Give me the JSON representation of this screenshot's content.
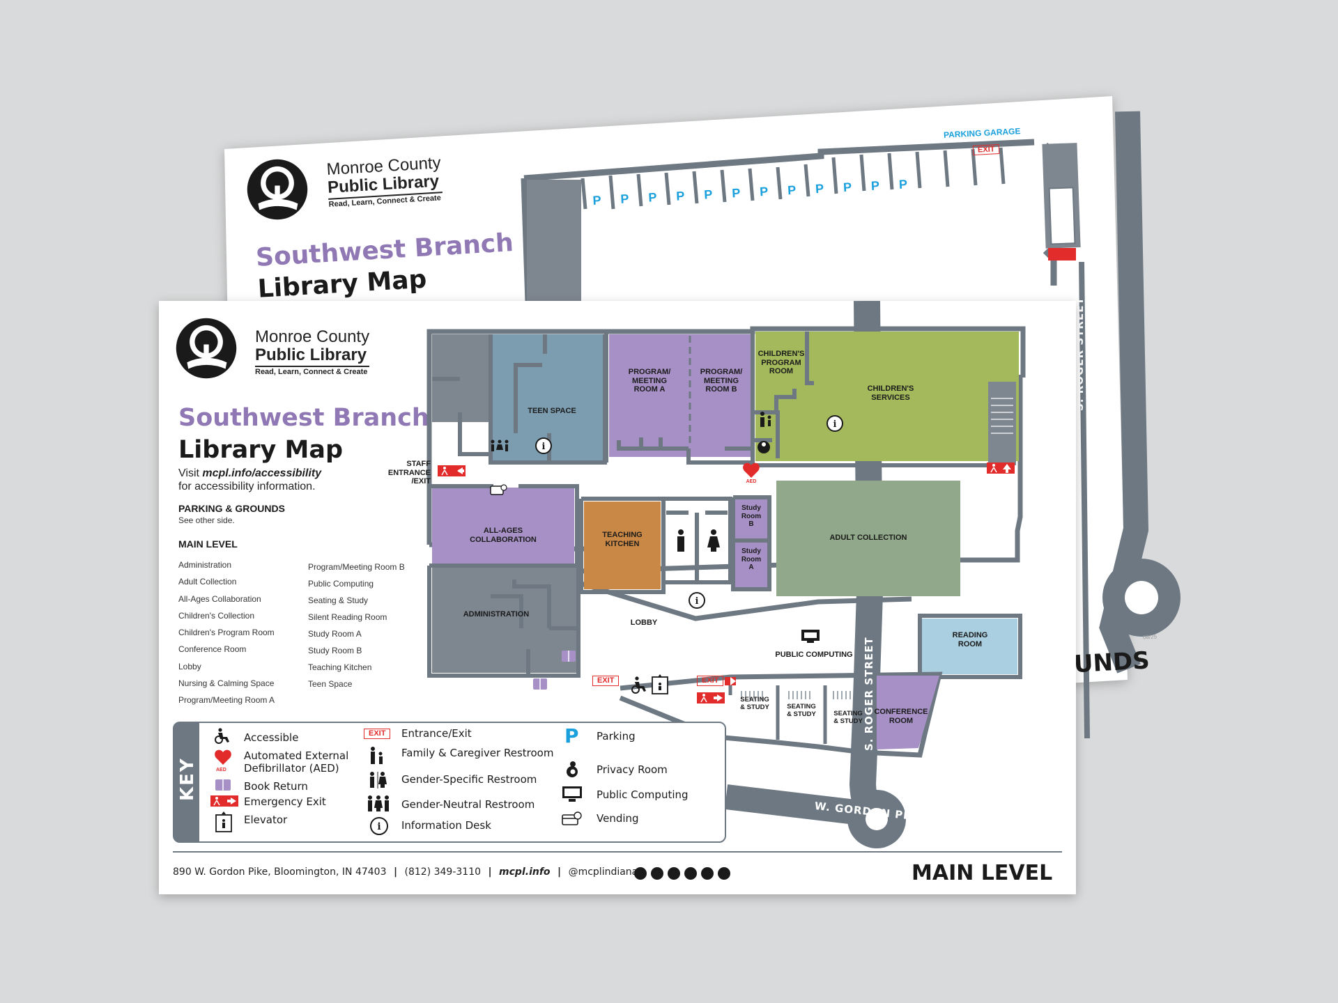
{
  "back": {
    "org_line1": "Monroe County",
    "org_line2": "Public Library",
    "tagline": "Read, Learn, Connect & Create",
    "branch": "Southwest Branch",
    "map_title": "Library Map",
    "parking_garage": "PARKING GARAGE",
    "exit": "EXIT",
    "parking_symbol": "P",
    "street": "S. ROGER STREET",
    "level_partial": "OUNDS",
    "code": "08/25"
  },
  "front": {
    "org_line1": "Monroe County",
    "org_line2": "Public Library",
    "tagline": "Read, Learn, Connect & Create",
    "branch": "Southwest Branch",
    "map_title": "Library Map",
    "visit_prefix": "Visit ",
    "visit_link": "mcpl.info/accessibility",
    "visit_suffix": "for accessibility information.",
    "parking_heading": "PARKING & GROUNDS",
    "parking_note": "See other side.",
    "main_level_heading": "MAIN LEVEL",
    "rooms_col1": [
      "Administration",
      "Adult Collection",
      "All-Ages Collaboration",
      "Children's Collection",
      "Children's Program Room",
      "Conference Room",
      "Lobby",
      "Nursing & Calming Space",
      "Program/Meeting Room A"
    ],
    "rooms_col2": [
      "Program/Meeting Room B",
      "Public Computing",
      "Seating & Study",
      "Silent Reading Room",
      "Study Room A",
      "Study Room B",
      "Teaching Kitchen",
      "Teen Space"
    ],
    "map_labels": {
      "teen_space": "TEEN SPACE",
      "program_a": "PROGRAM/\nMEETING\nROOM A",
      "program_b": "PROGRAM/\nMEETING\nROOM B",
      "childrens_program": "CHILDREN'S\nPROGRAM\nROOM",
      "childrens_services": "CHILDREN'S\nSERVICES",
      "staff_entrance": "STAFF\nENTRANCE\n/EXIT",
      "all_ages": "ALL-AGES\nCOLLABORATION",
      "teaching_kitchen": "TEACHING\nKITCHEN",
      "study_b": "Study\nRoom\nB",
      "study_a": "Study\nRoom\nA",
      "adult_collection": "ADULT COLLECTION",
      "administration": "ADMINISTRATION",
      "lobby": "LOBBY",
      "public_computing": "PUBLIC COMPUTING",
      "reading_room": "READING\nROOM",
      "seating1": "SEATING\n& STUDY",
      "seating2": "SEATING\n& STUDY",
      "seating3": "SEATING\n& STUDY",
      "conference": "CONFERENCE\nROOM",
      "aed": "AED",
      "exit": "EXIT",
      "exit2": "EXIT"
    },
    "streets": {
      "roger": "S. ROGER STREET",
      "gordon": "W. GORDON PIKE"
    },
    "key_title": "KEY",
    "key": {
      "accessible": "Accessible",
      "aed": "Automated External\nDefibrillator (AED)",
      "book_return": "Book Return",
      "emergency_exit": "Emergency Exit",
      "elevator": "Elevator",
      "entrance_exit": "Entrance/Exit",
      "family_restroom": "Family & Caregiver Restroom",
      "gender_specific": "Gender-Specific Restroom",
      "gender_neutral": "Gender-Neutral Restroom",
      "info_desk": "Information Desk",
      "parking": "Parking",
      "privacy_room": "Privacy Room",
      "public_computing": "Public Computing",
      "vending": "Vending",
      "exit_badge": "EXIT",
      "aed_badge": "AED",
      "parking_badge": "P"
    },
    "footer": {
      "address": "890 W. Gordon Pike, Bloomington, IN 47403",
      "phone": "(812) 349-3110",
      "site": "mcpl.info",
      "handle": "@mcplindiana",
      "level": "MAIN LEVEL"
    }
  },
  "colors": {
    "wall": "#6d7882",
    "teen": "#7c9db0",
    "program": "#a690c6",
    "children": "#a4b95b",
    "adult": "#91a98a",
    "kitchen": "#c98845",
    "admin": "#7e8690",
    "reading": "#a9cfe0",
    "exit_red": "#e22b2b",
    "parking_blue": "#1aa0dc",
    "brand_purple": "#8f78b4"
  }
}
